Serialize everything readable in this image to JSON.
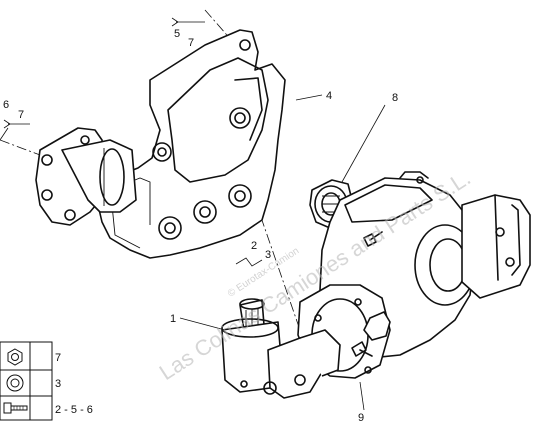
{
  "callouts": {
    "c1": "1",
    "c2": "2",
    "c3": "3",
    "c4": "4",
    "c5": "5",
    "c6": "6",
    "c7a": "7",
    "c7b": "7",
    "c8": "8",
    "c9": "9"
  },
  "legend": {
    "rows": [
      {
        "icon": "nut-icon",
        "text": "7"
      },
      {
        "icon": "washer-icon",
        "text": "3"
      },
      {
        "icon": "bolt-icon",
        "text": "2 - 5 - 6"
      }
    ]
  },
  "watermark": {
    "main": "Las Colinas Camiones and Parts S.L.",
    "sub": "© Eurotax-Camion"
  }
}
